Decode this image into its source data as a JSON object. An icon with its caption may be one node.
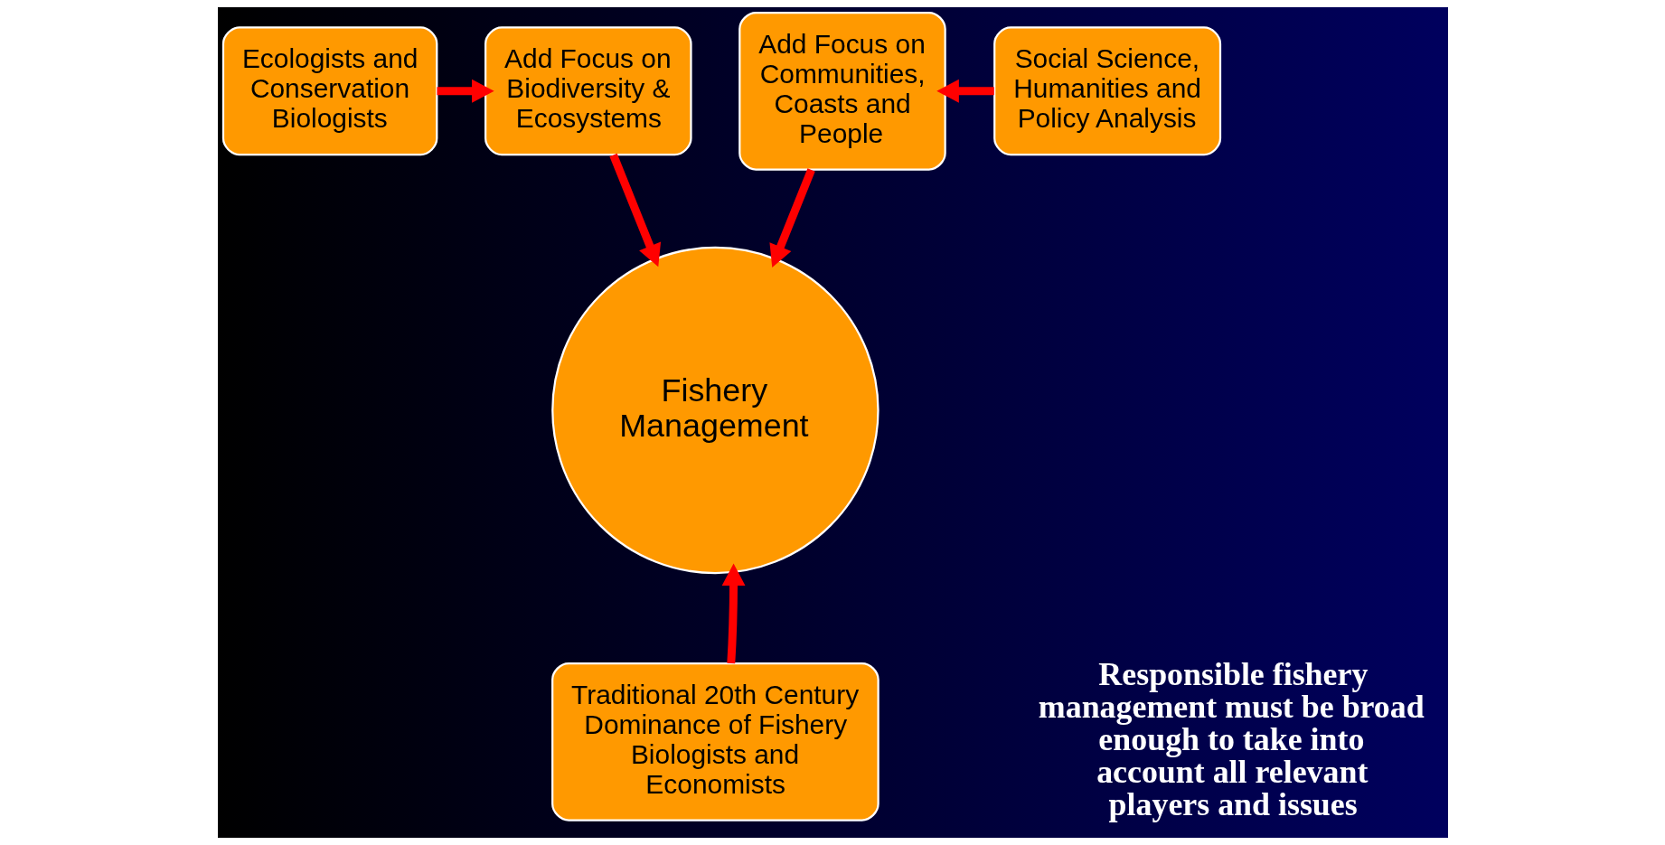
{
  "diagram": {
    "nodes": [
      {
        "text": [
          "Ecologists and Conservation Biologists"
        ]
      },
      {
        "text": [
          "Add Focus on Biodiversity & Ecosystems"
        ]
      },
      {
        "text": [
          "Add Focus on Communities, Coasts and People"
        ]
      },
      {
        "text": [
          "Social Science, Humanities and Policy Analysis"
        ]
      },
      {
        "text": [
          "Fishery Management"
        ]
      },
      {
        "text": [
          "Traditional 20th Century Dominance of Fishery Biologists and Economists"
        ]
      }
    ],
    "edges": [
      {
        "from": 0,
        "to": 1,
        "arrow": "to"
      },
      {
        "from": 1,
        "to": 4,
        "arrow": "to"
      },
      {
        "from": 3,
        "to": 2,
        "arrow": "to"
      },
      {
        "from": 2,
        "to": 4,
        "arrow": "to"
      },
      {
        "from": 5,
        "to": 4,
        "arrow": "to"
      }
    ],
    "labels": [
      "Responsible fishery management must be broad enough to take into account all relevant players and issues"
    ]
  }
}
